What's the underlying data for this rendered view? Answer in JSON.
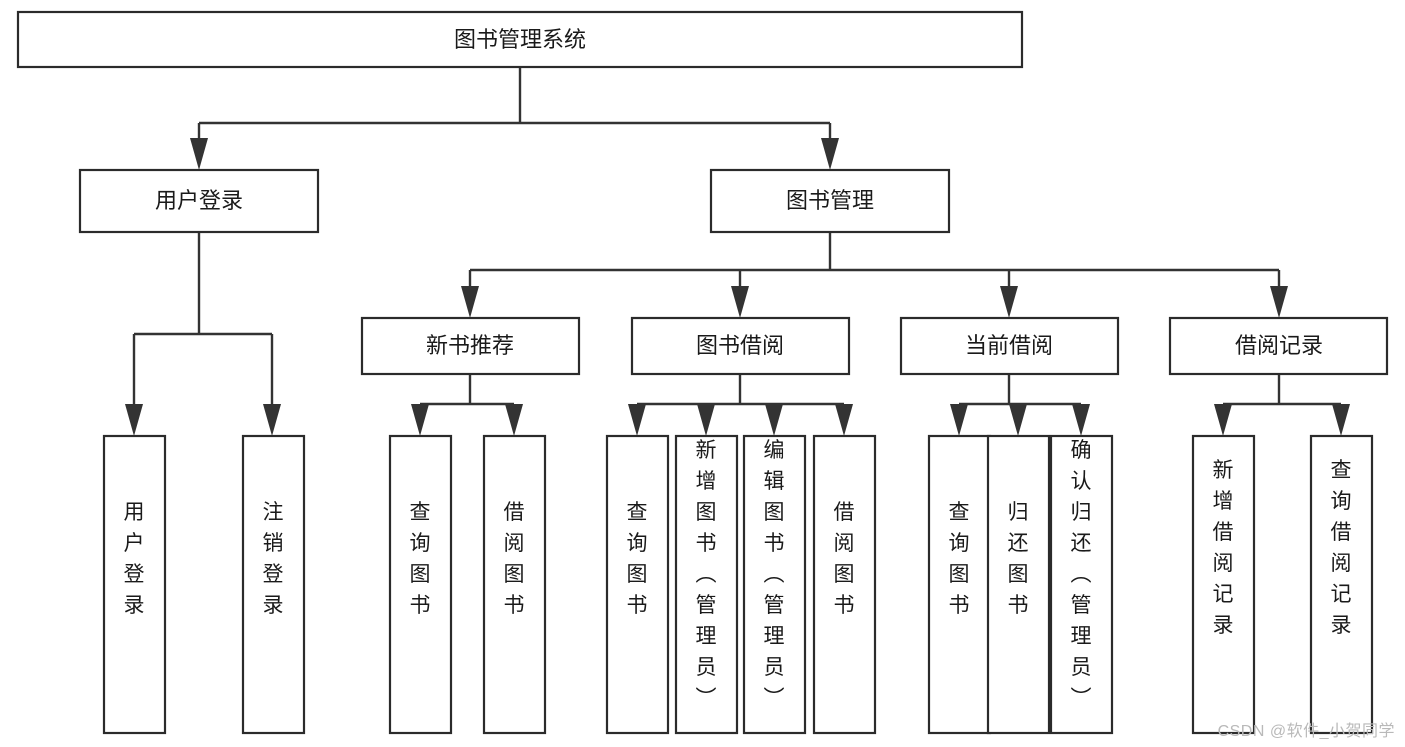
{
  "diagram": {
    "title": "图书管理系统",
    "type": "tree-hierarchy-diagram",
    "colors": {
      "background": "#ffffff",
      "box_border": "#2b2b2b",
      "box_fill": "#ffffff",
      "connector": "#333333",
      "text": "#1a1a1a",
      "watermark": "#b9b9b9"
    },
    "root": {
      "label": "图书管理系统"
    },
    "level2": [
      {
        "id": "user-login",
        "label": "用户登录"
      },
      {
        "id": "book-management",
        "label": "图书管理"
      }
    ],
    "level3": [
      {
        "id": "new-book-recommend",
        "label": "新书推荐"
      },
      {
        "id": "book-borrow",
        "label": "图书借阅"
      },
      {
        "id": "current-borrow",
        "label": "当前借阅"
      },
      {
        "id": "borrow-record",
        "label": "借阅记录"
      }
    ],
    "leaves": {
      "user-login": [
        {
          "id": "leaf-user-login",
          "label": "用户登录"
        },
        {
          "id": "leaf-logout-login",
          "label": "注销登录"
        }
      ],
      "new-book-recommend": [
        {
          "id": "leaf-query-book-1",
          "label": "查询图书"
        },
        {
          "id": "leaf-borrow-book-1",
          "label": "借阅图书"
        }
      ],
      "book-borrow": [
        {
          "id": "leaf-query-book-2",
          "label": "查询图书"
        },
        {
          "id": "leaf-add-book",
          "label": "新增图书（管理员）"
        },
        {
          "id": "leaf-edit-book",
          "label": "编辑图书（管理员）"
        },
        {
          "id": "leaf-borrow-book-2",
          "label": "借阅图书"
        }
      ],
      "current-borrow": [
        {
          "id": "leaf-query-book-3",
          "label": "查询图书"
        },
        {
          "id": "leaf-return-book",
          "label": "归还图书"
        },
        {
          "id": "leaf-confirm-return",
          "label": "确认归还（管理员）"
        }
      ],
      "borrow-record": [
        {
          "id": "leaf-add-borrow-record",
          "label": "新增借阅记录"
        },
        {
          "id": "leaf-query-borrow-record",
          "label": "查询借阅记录"
        }
      ]
    }
  },
  "watermark": {
    "text": "CSDN @软件_小贺同学"
  }
}
